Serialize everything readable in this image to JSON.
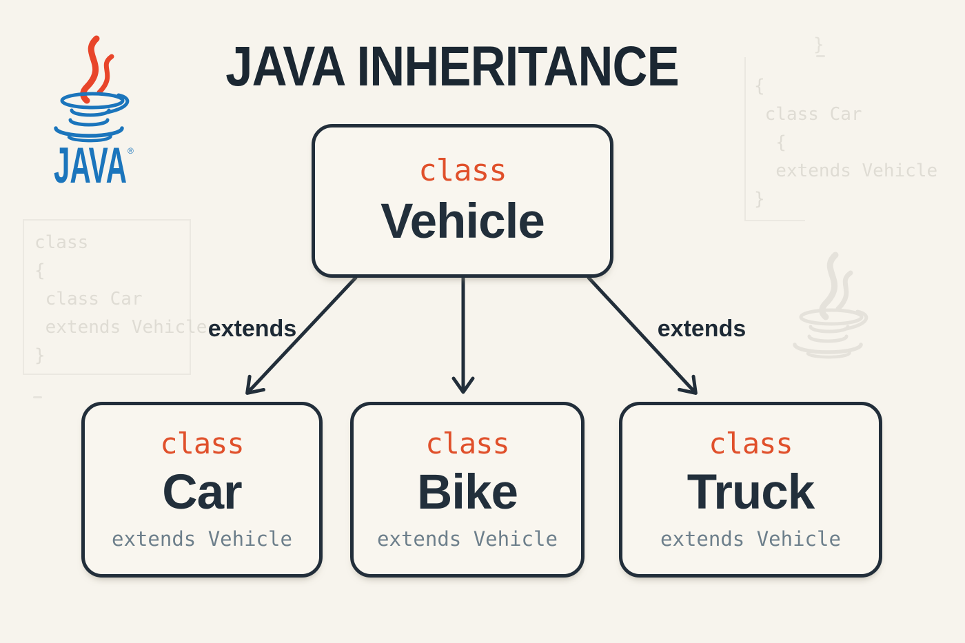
{
  "title": "JAVA INHERITANCE",
  "java_logo": {
    "wordmark": "JAVA",
    "registered_mark": "®"
  },
  "diagram": {
    "parent_class": {
      "keyword": "class",
      "name": "Vehicle"
    },
    "edges": {
      "left_label": "extends",
      "right_label": "extends"
    },
    "child_classes": [
      {
        "keyword": "class",
        "name": "Car",
        "extends_clause": "extends Vehicle"
      },
      {
        "keyword": "class",
        "name": "Bike",
        "extends_clause": "extends Vehicle"
      },
      {
        "keyword": "class",
        "name": "Truck",
        "extends_clause": "extends Vehicle"
      }
    ]
  },
  "background_code": {
    "left_snippet": [
      "class",
      "{",
      " class Car",
      " extends Vehicle",
      "}"
    ],
    "top_right_snippet": [
      "{",
      " class Car",
      "  {",
      "  extends Vehicle",
      "}"
    ],
    "top_right_floater": "}"
  },
  "colors": {
    "background": "#f7f4ed",
    "ink": "#222e3a",
    "keyword_orange": "#e0502b",
    "extends_slate": "#6d7f8b",
    "faint_code": "#dfdcd4",
    "java_blue": "#1b75bc",
    "java_red": "#e8452a",
    "watermark_gray": "#e5e2db"
  }
}
